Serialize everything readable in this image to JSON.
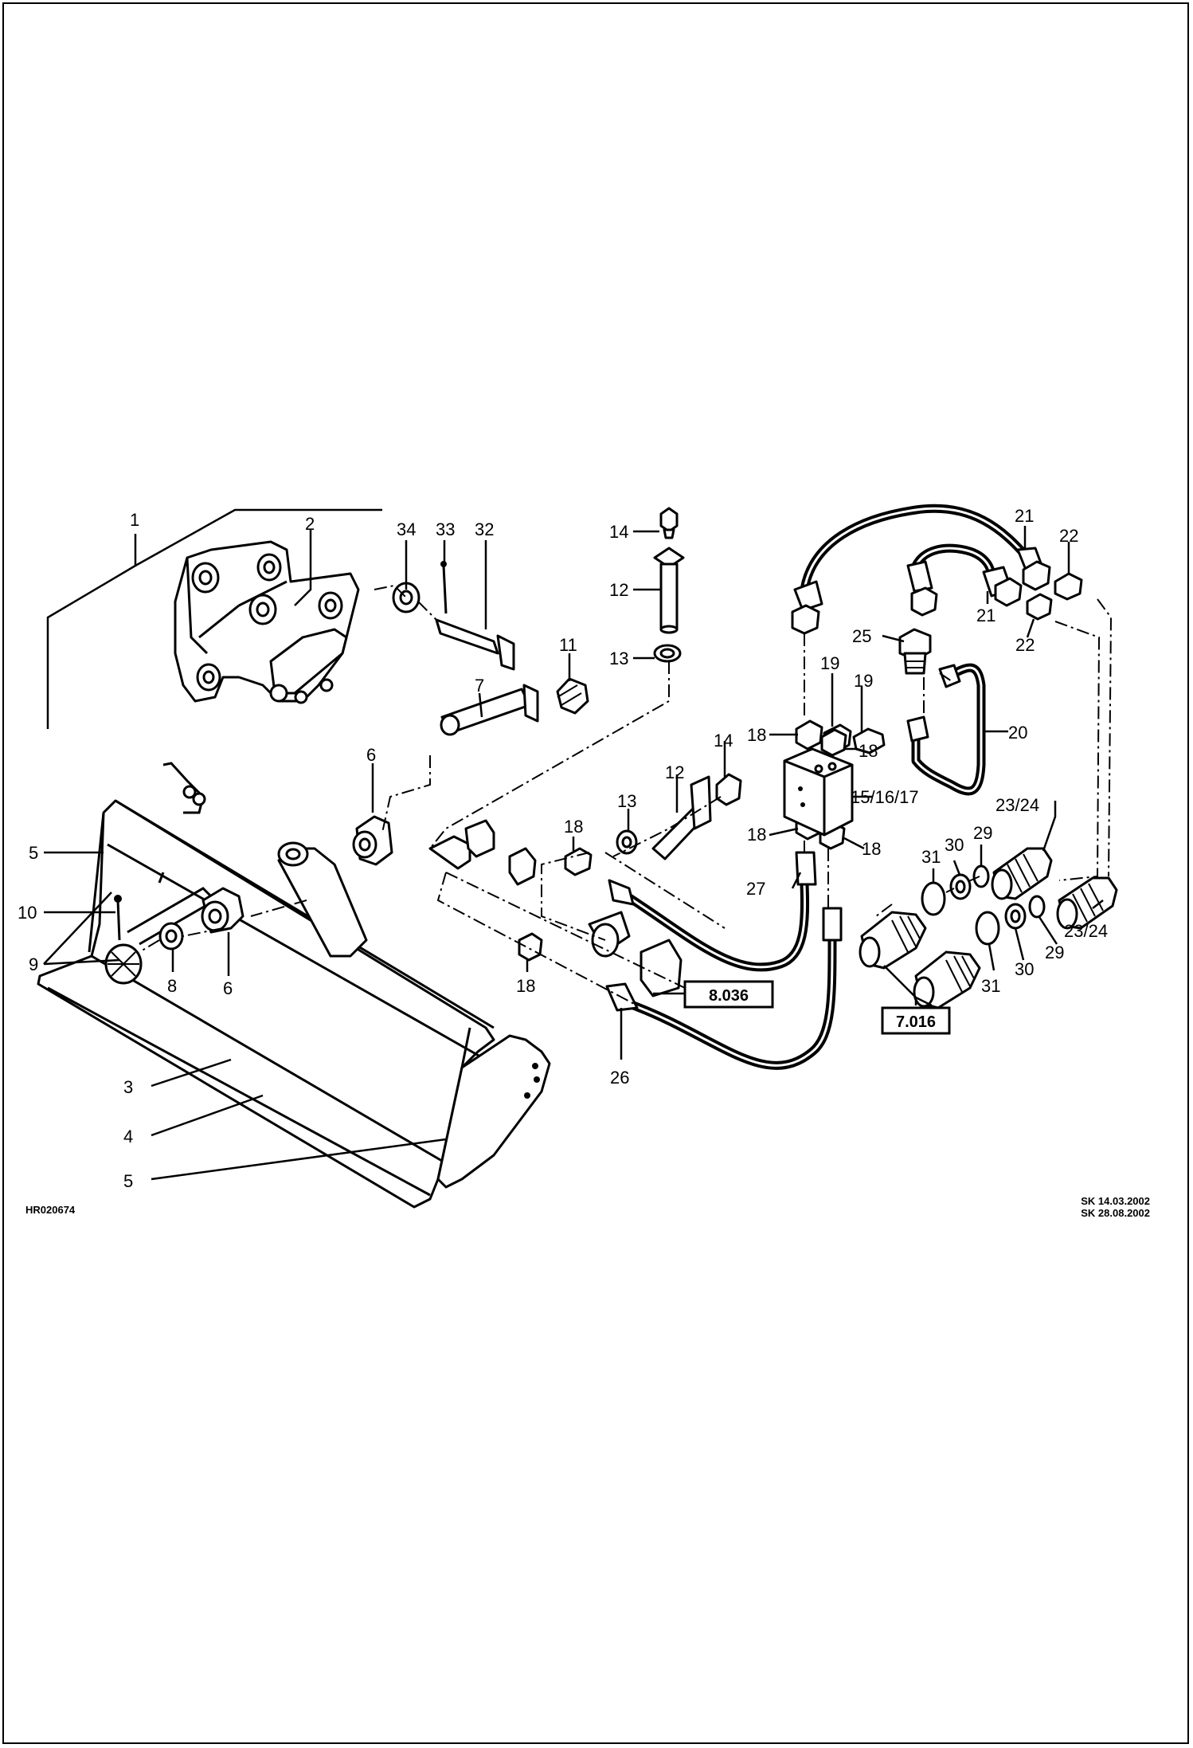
{
  "drawing_code": "HR020674",
  "revisions": [
    "SK 14.03.2002",
    "SK 28.08.2002"
  ],
  "references": [
    "8.036",
    "7.016"
  ],
  "labels": {
    "n1": "1",
    "n2": "2",
    "n3": "3",
    "n4": "4",
    "n5a": "5",
    "n5b": "5",
    "n6a": "6",
    "n6b": "6",
    "n7": "7",
    "n8": "8",
    "n9": "9",
    "n10": "10",
    "n11": "11",
    "n12a": "12",
    "n12b": "12",
    "n13a": "13",
    "n13b": "13",
    "n14a": "14",
    "n14b": "14",
    "n151617": "15/16/17",
    "n18a": "18",
    "n18b": "18",
    "n18c": "18",
    "n18d": "18",
    "n18e": "18",
    "n18f": "18",
    "n19a": "19",
    "n19b": "19",
    "n20": "20",
    "n21a": "21",
    "n21b": "21",
    "n22a": "22",
    "n22b": "22",
    "n2324a": "23/24",
    "n2324b": "23/24",
    "n25": "25",
    "n26": "26",
    "n27": "27",
    "n29a": "29",
    "n29b": "29",
    "n30a": "30",
    "n30b": "30",
    "n31a": "31",
    "n31b": "31",
    "n32": "32",
    "n33": "33",
    "n34": "34"
  }
}
